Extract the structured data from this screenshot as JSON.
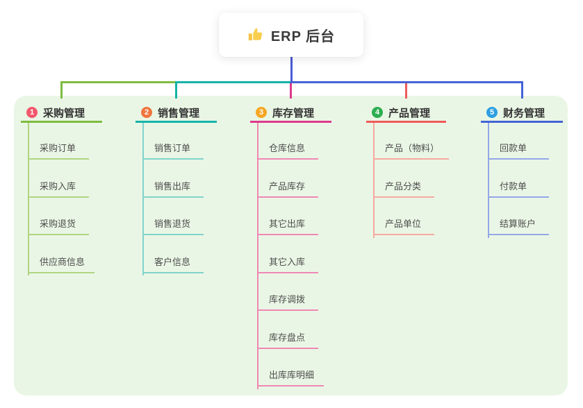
{
  "root": {
    "icon": "thumbs-up",
    "title": "ERP 后台"
  },
  "canvas": {
    "background": "#EAF6E5"
  },
  "connector": {
    "root_line_color": "#4A5BD6"
  },
  "branches": [
    {
      "number": "1",
      "label": "采购管理",
      "badge_color": "#F1586C",
      "line_color": "#7EBB40",
      "child_line_color": "#AFD581",
      "children": [
        "采购订单",
        "采购入库",
        "采购退货",
        "供应商信息"
      ]
    },
    {
      "number": "2",
      "label": "销售管理",
      "badge_color": "#F0753F",
      "line_color": "#14B3A7",
      "child_line_color": "#7FD4CB",
      "children": [
        "销售订单",
        "销售出库",
        "销售退货",
        "客户信息"
      ]
    },
    {
      "number": "3",
      "label": "库存管理",
      "badge_color": "#F6A623",
      "line_color": "#DC3A8C",
      "child_line_color": "#EF87B5",
      "children": [
        "仓库信息",
        "产品库存",
        "其它出库",
        "其它入库",
        "库存调拨",
        "库存盘点",
        "出库库明细"
      ]
    },
    {
      "number": "4",
      "label": "产品管理",
      "badge_color": "#2EAD52",
      "line_color": "#F05A5A",
      "child_line_color": "#F7A8A2",
      "children": [
        "产品（物料）",
        "产品分类",
        "产品单位"
      ]
    },
    {
      "number": "5",
      "label": "财务管理",
      "badge_color": "#2E9FE3",
      "line_color": "#4463D4",
      "child_line_color": "#93A7E8",
      "children": [
        "回款单",
        "付款单",
        "结算账户"
      ]
    }
  ],
  "text_colors": {
    "branch_label": "#333333",
    "child_label": "#4D4D4D",
    "root_title": "#3A3A3A"
  }
}
